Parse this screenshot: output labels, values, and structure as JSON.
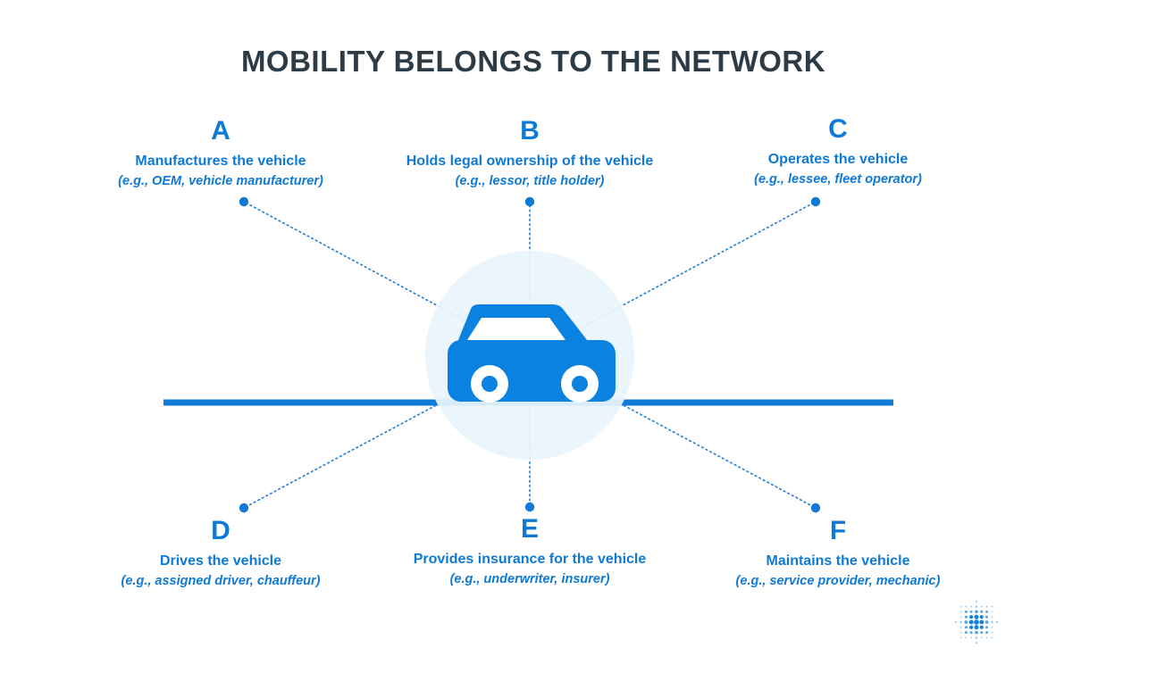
{
  "title": "MOBILITY BELONGS TO THE NETWORK",
  "colors": {
    "title_text": "#2C3B45",
    "accent_blue": "#0B80DE",
    "node_text_blue": "#0E7AD6",
    "connector_blue": "#2C84D8",
    "center_circle_fill": "#EAF4FC"
  },
  "center": {
    "icon": "car-icon",
    "ground": "road-line"
  },
  "nodes": [
    {
      "id": "A",
      "role": "Manufactures the vehicle",
      "examples": "(e.g., OEM, vehicle manufacturer)",
      "position": "top-left"
    },
    {
      "id": "B",
      "role": "Holds legal ownership of the vehicle",
      "examples": "(e.g., lessor, title holder)",
      "position": "top-center"
    },
    {
      "id": "C",
      "role": "Operates the vehicle",
      "examples": "(e.g., lessee, fleet operator)",
      "position": "top-right"
    },
    {
      "id": "D",
      "role": "Drives the vehicle",
      "examples": "(e.g., assigned driver, chauffeur)",
      "position": "bottom-left"
    },
    {
      "id": "E",
      "role": "Provides insurance for the vehicle",
      "examples": "(e.g., underwriter, insurer)",
      "position": "bottom-center"
    },
    {
      "id": "F",
      "role": "Maintains the vehicle",
      "examples": "(e.g., service provider, mechanic)",
      "position": "bottom-right"
    }
  ],
  "footer": {
    "logo": "halftone-globe-logo"
  }
}
